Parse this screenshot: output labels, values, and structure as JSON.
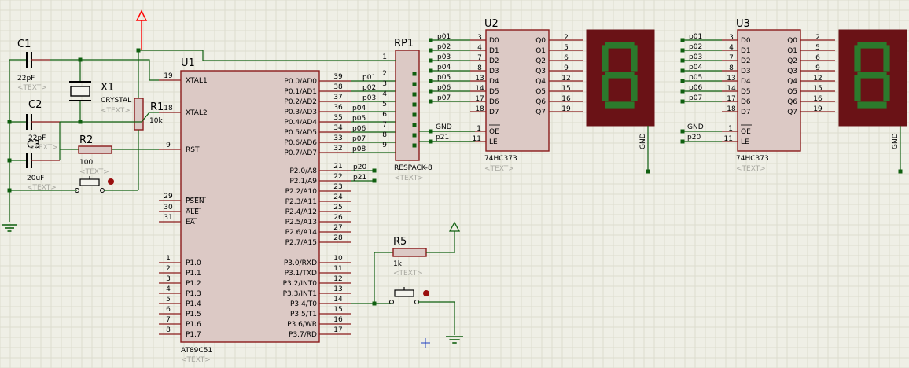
{
  "colors": {
    "background": "#efefe6",
    "grid": "#dcdccf",
    "wire": "#0f5f0f",
    "component_outline": "#8a1a1a",
    "component_fill": "#dcc9c5",
    "pin_text": "#000000",
    "placeholder_text": "#a8a8a0",
    "power_arrow": "#ff0000",
    "display_body": "#6a1216",
    "segment_on": "#2c7a2c",
    "junction": "#0f5f0f",
    "button_dot": "#9a0f0f",
    "cursor": "#1f3fbf"
  },
  "placeholder": "<TEXT>",
  "mcu": {
    "ref": "U1",
    "part": "AT89C51",
    "left_pins": [
      {
        "num": "19",
        "name": "XTAL1"
      },
      {
        "num": "18",
        "name": "XTAL2"
      },
      {
        "num": "9",
        "name": "RST"
      },
      {
        "num": "29",
        "name": "PSEN"
      },
      {
        "num": "30",
        "name": "ALE"
      },
      {
        "num": "31",
        "name": "EA"
      },
      {
        "num": "1",
        "name": "P1.0"
      },
      {
        "num": "2",
        "name": "P1.1"
      },
      {
        "num": "3",
        "name": "P1.2"
      },
      {
        "num": "4",
        "name": "P1.3"
      },
      {
        "num": "5",
        "name": "P1.4"
      },
      {
        "num": "6",
        "name": "P1.5"
      },
      {
        "num": "7",
        "name": "P1.6"
      },
      {
        "num": "8",
        "name": "P1.7"
      }
    ],
    "right_pins": [
      {
        "num": "39",
        "name": "P0.0/AD0",
        "net": "p01"
      },
      {
        "num": "38",
        "name": "P0.1/AD1",
        "net": "p02"
      },
      {
        "num": "37",
        "name": "P0.2/AD2",
        "net": "p03"
      },
      {
        "num": "36",
        "name": "P0.3/AD3",
        "net": "p04"
      },
      {
        "num": "35",
        "name": "P0.4/AD4",
        "net": "p05"
      },
      {
        "num": "34",
        "name": "P0.5/AD5",
        "net": "p06"
      },
      {
        "num": "33",
        "name": "P0.6/AD6",
        "net": "p07"
      },
      {
        "num": "32",
        "name": "P0.7/AD7",
        "net": "p08"
      },
      {
        "num": "21",
        "name": "P2.0/A8",
        "net": "p20"
      },
      {
        "num": "22",
        "name": "P2.1/A9",
        "net": "p21"
      },
      {
        "num": "23",
        "name": "P2.2/A10",
        "net": ""
      },
      {
        "num": "24",
        "name": "P2.3/A11",
        "net": ""
      },
      {
        "num": "25",
        "name": "P2.4/A12",
        "net": ""
      },
      {
        "num": "26",
        "name": "P2.5/A13",
        "net": ""
      },
      {
        "num": "27",
        "name": "P2.6/A14",
        "net": ""
      },
      {
        "num": "28",
        "name": "P2.7/A15",
        "net": ""
      },
      {
        "num": "10",
        "name": "P3.0/RXD",
        "net": ""
      },
      {
        "num": "11",
        "name": "P3.1/TXD",
        "net": ""
      },
      {
        "num": "12",
        "name": "P3.2/INT0",
        "net": ""
      },
      {
        "num": "13",
        "name": "P3.3/INT1",
        "net": ""
      },
      {
        "num": "14",
        "name": "P3.4/T0",
        "net": ""
      },
      {
        "num": "15",
        "name": "P3.5/T1",
        "net": ""
      },
      {
        "num": "16",
        "name": "P3.6/WR",
        "net": ""
      },
      {
        "num": "17",
        "name": "P3.7/RD",
        "net": ""
      }
    ]
  },
  "respack": {
    "ref": "RP1",
    "part": "RESPACK-8",
    "pins": [
      "1",
      "2",
      "3",
      "4",
      "5",
      "6",
      "7",
      "8",
      "9"
    ]
  },
  "latch": {
    "part": "74HC373",
    "left_pins": [
      {
        "num": "3",
        "name": "D0"
      },
      {
        "num": "4",
        "name": "D1"
      },
      {
        "num": "7",
        "name": "D2"
      },
      {
        "num": "8",
        "name": "D3"
      },
      {
        "num": "13",
        "name": "D4"
      },
      {
        "num": "14",
        "name": "D5"
      },
      {
        "num": "17",
        "name": "D6"
      },
      {
        "num": "18",
        "name": "D7"
      }
    ],
    "right_pins": [
      {
        "num": "2",
        "name": "Q0"
      },
      {
        "num": "5",
        "name": "Q1"
      },
      {
        "num": "6",
        "name": "Q2"
      },
      {
        "num": "9",
        "name": "Q3"
      },
      {
        "num": "12",
        "name": "Q4"
      },
      {
        "num": "15",
        "name": "Q5"
      },
      {
        "num": "16",
        "name": "Q6"
      },
      {
        "num": "19",
        "name": "Q7"
      }
    ],
    "control_pins": [
      {
        "num": "1",
        "name": "OE"
      },
      {
        "num": "11",
        "name": "LE"
      }
    ]
  },
  "latches": [
    {
      "ref": "U2",
      "nets": [
        "p01",
        "p02",
        "p03",
        "p04",
        "p05",
        "p06",
        "p07",
        ""
      ],
      "oe_net": "GND",
      "le_net": "p21"
    },
    {
      "ref": "U3",
      "nets": [
        "p01",
        "p02",
        "p03",
        "p04",
        "p05",
        "p06",
        "p07",
        ""
      ],
      "oe_net": "GND",
      "le_net": "p20"
    }
  ],
  "display_gnd": "GND",
  "passives": [
    {
      "ref": "C1",
      "value": "22pF"
    },
    {
      "ref": "C2",
      "value": "22pF"
    },
    {
      "ref": "C3",
      "value": "20uF"
    },
    {
      "ref": "X1",
      "value": "CRYSTAL"
    },
    {
      "ref": "R1",
      "value": "10k"
    },
    {
      "ref": "R2",
      "value": "100"
    },
    {
      "ref": "R5",
      "value": "1k"
    }
  ]
}
